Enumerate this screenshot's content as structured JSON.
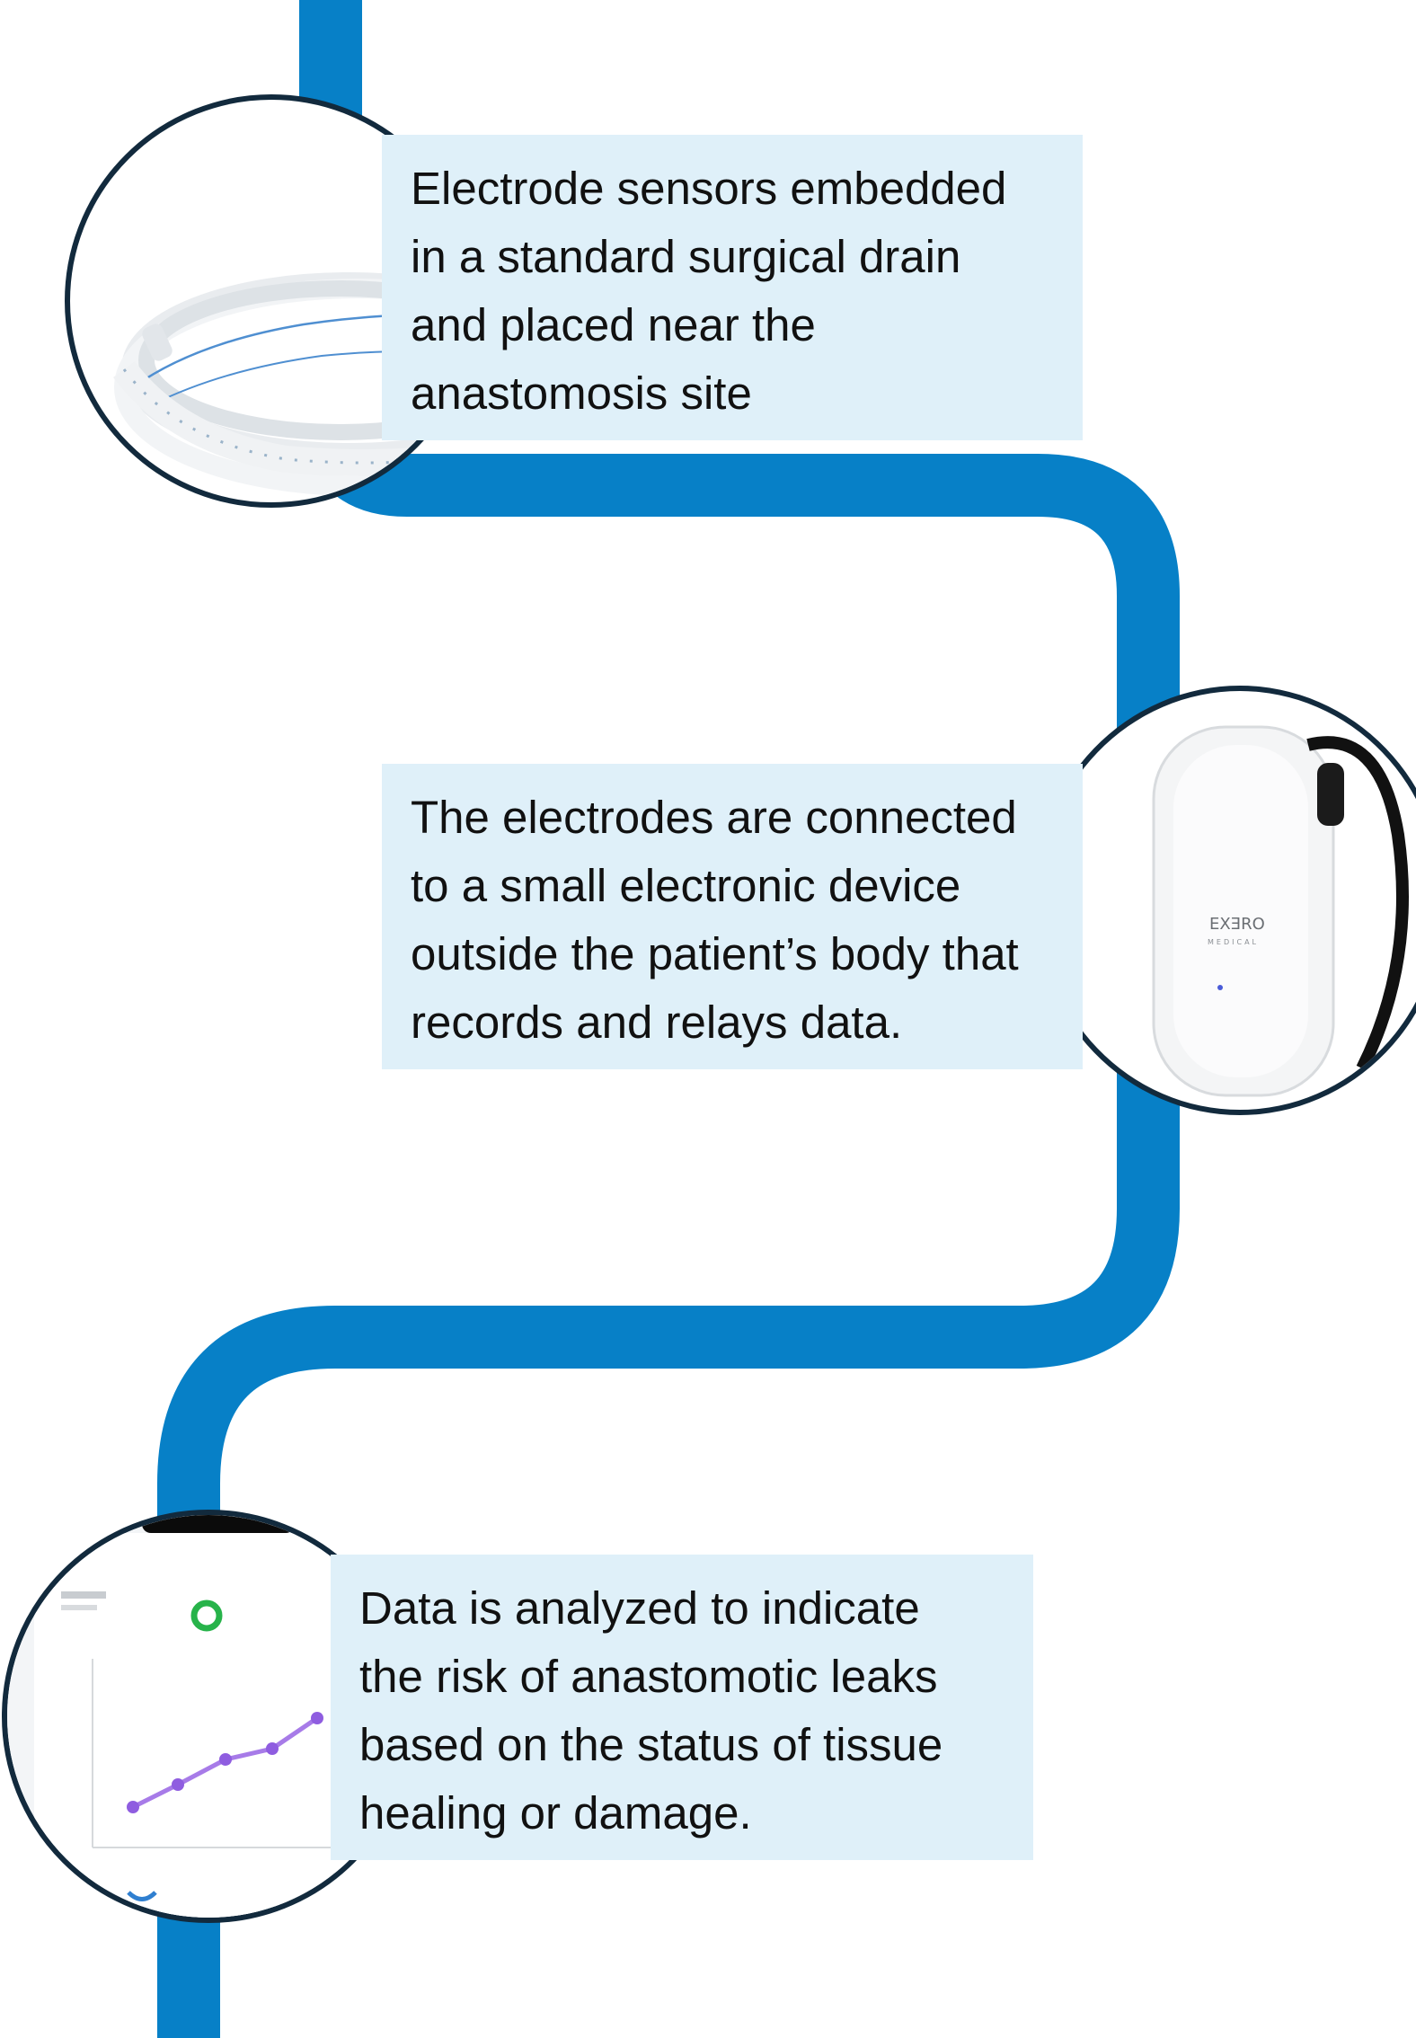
{
  "steps": [
    {
      "lines": [
        "Electrode sensors embedded",
        "in a standard surgical drain",
        "and placed near the",
        "anastomosis site"
      ],
      "image_icon": "surgical-drain"
    },
    {
      "lines": [
        "The electrodes are connected",
        "to a small electronic device",
        "outside the patient’s body that",
        "records and relays data."
      ],
      "image_icon": "monitoring-device",
      "device_brand": "EXƎRO",
      "device_brand_sub": "MEDICAL"
    },
    {
      "lines": [
        "Data is analyzed to indicate",
        "the risk of anastomotic leaks",
        "based on the status of tissue",
        "healing or damage."
      ],
      "image_icon": "phone-app-chart"
    }
  ],
  "colors": {
    "path": "#0780c7",
    "circle_border": "#122a3d",
    "box_fill": "#dff0f9",
    "text": "#111111"
  }
}
